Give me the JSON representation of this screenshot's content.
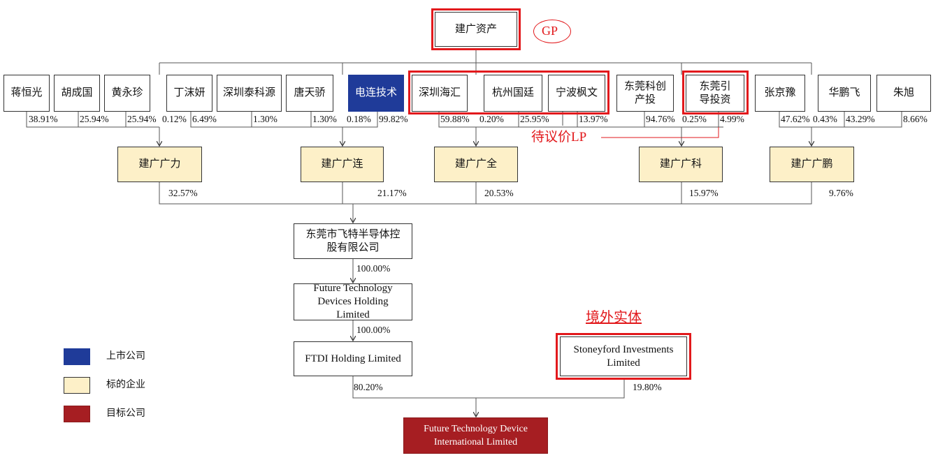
{
  "top": {
    "name": "建广资产",
    "tag": "GP"
  },
  "investors": [
    "蒋恒光",
    "胡成国",
    "黄永珍",
    "丁沫妍",
    "深圳泰科源",
    "唐天骄",
    "电连技术",
    "深圳海汇",
    "杭州国廷",
    "宁波枫文",
    "东莞科创产投",
    "东莞引导投资",
    "张京豫",
    "华鹏飞",
    "朱旭"
  ],
  "investor_pcts": [
    "38.91%",
    "25.94%",
    "25.94%",
    "0.12%",
    "6.49%",
    "1.30%",
    "1.30%",
    "0.18%",
    "99.82%",
    "59.88%",
    "0.20%",
    "25.95%",
    "13.97%",
    "94.76%",
    "0.25%",
    "4.99%",
    "47.62%",
    "0.43%",
    "43.29%",
    "8.66%"
  ],
  "annotation_lp": "待议价LP",
  "funds": [
    "建广广力",
    "建广广连",
    "建广广全",
    "建广广科",
    "建广广鹏"
  ],
  "fund_pcts": [
    "32.57%",
    "21.17%",
    "20.53%",
    "15.97%",
    "9.76%"
  ],
  "holding": {
    "name": "东莞市飞特半导体控股有限公司",
    "pct1": "100.00%",
    "future_holding": "Future Technology Devices Holding Limited",
    "pct2": "100.00%",
    "ftdi_holding": "FTDI Holding Limited",
    "pct3": "80.20%"
  },
  "offshore": {
    "label": "境外实体",
    "name": "Stoneyford Investments Limited",
    "pct": "19.80%"
  },
  "target": "Future Technology Device International Limited",
  "legend": [
    {
      "label": "上市公司",
      "color": "#1f3b99"
    },
    {
      "label": "标的企业",
      "color": "#fdf0c8"
    },
    {
      "label": "目标公司",
      "color": "#a61e22"
    }
  ],
  "colors": {
    "annotation_red": "#e2191c",
    "listed_blue": "#1f3b99",
    "fund_yellow": "#fdf0c8",
    "target_red": "#a61e22"
  }
}
